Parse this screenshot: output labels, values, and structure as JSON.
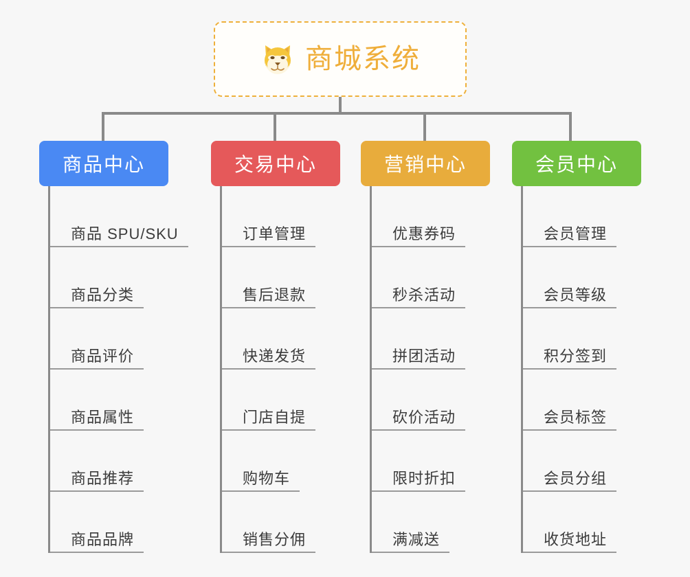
{
  "root": {
    "title": "商城系统",
    "icon": "shiba-dog-face-emoji",
    "border_color": "#eeb03a",
    "text_color": "#efae3a"
  },
  "connector": {
    "color": "#8a8a8a"
  },
  "branches": [
    {
      "label": "商品中心",
      "color": "#4a89f3",
      "items": [
        "商品 SPU/SKU",
        "商品分类",
        "商品评价",
        "商品属性",
        "商品推荐",
        "商品品牌"
      ]
    },
    {
      "label": "交易中心",
      "color": "#e5595a",
      "items": [
        "订单管理",
        "售后退款",
        "快递发货",
        "门店自提",
        "购物车",
        "销售分佣"
      ]
    },
    {
      "label": "营销中心",
      "color": "#e8ac3c",
      "items": [
        "优惠券码",
        "秒杀活动",
        "拼团活动",
        "砍价活动",
        "限时折扣",
        "满减送"
      ]
    },
    {
      "label": "会员中心",
      "color": "#72c140",
      "items": [
        "会员管理",
        "会员等级",
        "积分签到",
        "会员标签",
        "会员分组",
        "收货地址"
      ]
    }
  ]
}
